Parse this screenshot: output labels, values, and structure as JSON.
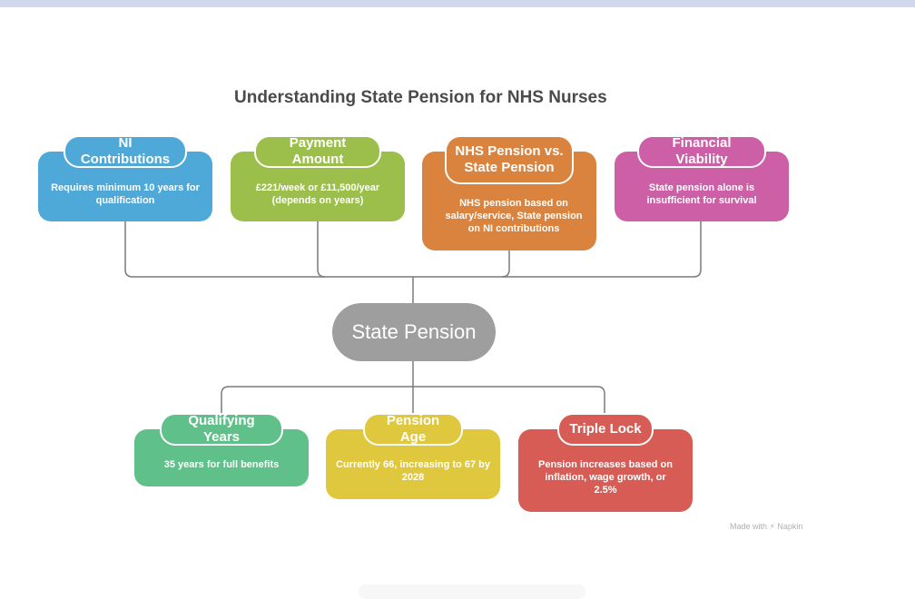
{
  "title": "Understanding State Pension for NHS Nurses",
  "center": {
    "label": "State Pension",
    "color": "#9e9e9e"
  },
  "top_nodes": [
    {
      "label": "NI Contributions",
      "description": "Requires minimum 10 years for qualification",
      "color": "#4ea9d9"
    },
    {
      "label": "Payment Amount",
      "description": "£221/week or £11,500/year (depends on years)",
      "color": "#9bbf4a"
    },
    {
      "label": "NHS Pension vs. State Pension",
      "description": "NHS pension based on salary/service, State pension on NI contributions",
      "color": "#d9833f"
    },
    {
      "label": "Financial Viability",
      "description": "State pension alone is insufficient for survival",
      "color": "#cd5fa6"
    }
  ],
  "bottom_nodes": [
    {
      "label": "Qualifying Years",
      "description": "35 years for full benefits",
      "color": "#5fc08a"
    },
    {
      "label": "Pension Age",
      "description": "Currently 66, increasing to 67 by 2028",
      "color": "#dfc83d"
    },
    {
      "label": "Triple Lock",
      "description": "Pension increases based on inflation, wage growth, or 2.5%",
      "color": "#d65c55"
    }
  ],
  "watermark": "Made with ⚡ Napkin"
}
